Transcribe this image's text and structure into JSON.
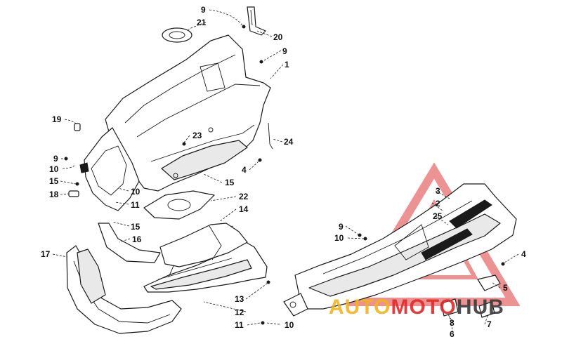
{
  "callouts": [
    {
      "id": "c9-top",
      "text": "9"
    },
    {
      "id": "c21",
      "text": "21"
    },
    {
      "id": "c20",
      "text": "20"
    },
    {
      "id": "c9-right",
      "text": "9"
    },
    {
      "id": "c1",
      "text": "1"
    },
    {
      "id": "c19",
      "text": "19"
    },
    {
      "id": "c23",
      "text": "23"
    },
    {
      "id": "c24",
      "text": "24"
    },
    {
      "id": "c9-left",
      "text": "9"
    },
    {
      "id": "c10-left",
      "text": "10"
    },
    {
      "id": "c4-mid",
      "text": "4"
    },
    {
      "id": "c15-left",
      "text": "15"
    },
    {
      "id": "c15-mid",
      "text": "15"
    },
    {
      "id": "c10-mid",
      "text": "10"
    },
    {
      "id": "c18",
      "text": "18"
    },
    {
      "id": "c22",
      "text": "22"
    },
    {
      "id": "c11-mid",
      "text": "11"
    },
    {
      "id": "c14",
      "text": "14"
    },
    {
      "id": "c15-low",
      "text": "15"
    },
    {
      "id": "c16",
      "text": "16"
    },
    {
      "id": "c17",
      "text": "17"
    },
    {
      "id": "c3",
      "text": "3"
    },
    {
      "id": "c2",
      "text": "2"
    },
    {
      "id": "c25",
      "text": "25"
    },
    {
      "id": "c9-r2",
      "text": "9"
    },
    {
      "id": "c10-r2",
      "text": "10"
    },
    {
      "id": "c4-right",
      "text": "4"
    },
    {
      "id": "c5",
      "text": "5"
    },
    {
      "id": "c13",
      "text": "13"
    },
    {
      "id": "c12",
      "text": "12"
    },
    {
      "id": "c11-low",
      "text": "11"
    },
    {
      "id": "c10-low",
      "text": "10"
    },
    {
      "id": "c8",
      "text": "8"
    },
    {
      "id": "c6",
      "text": "6"
    },
    {
      "id": "c7",
      "text": "7"
    }
  ],
  "watermark": {
    "part1": "AUTO",
    "part2": "MOTO",
    "part3": "HUB",
    "color1": "#f2b31c",
    "color2": "#e02a2a",
    "color3": "#3a3a3a"
  }
}
